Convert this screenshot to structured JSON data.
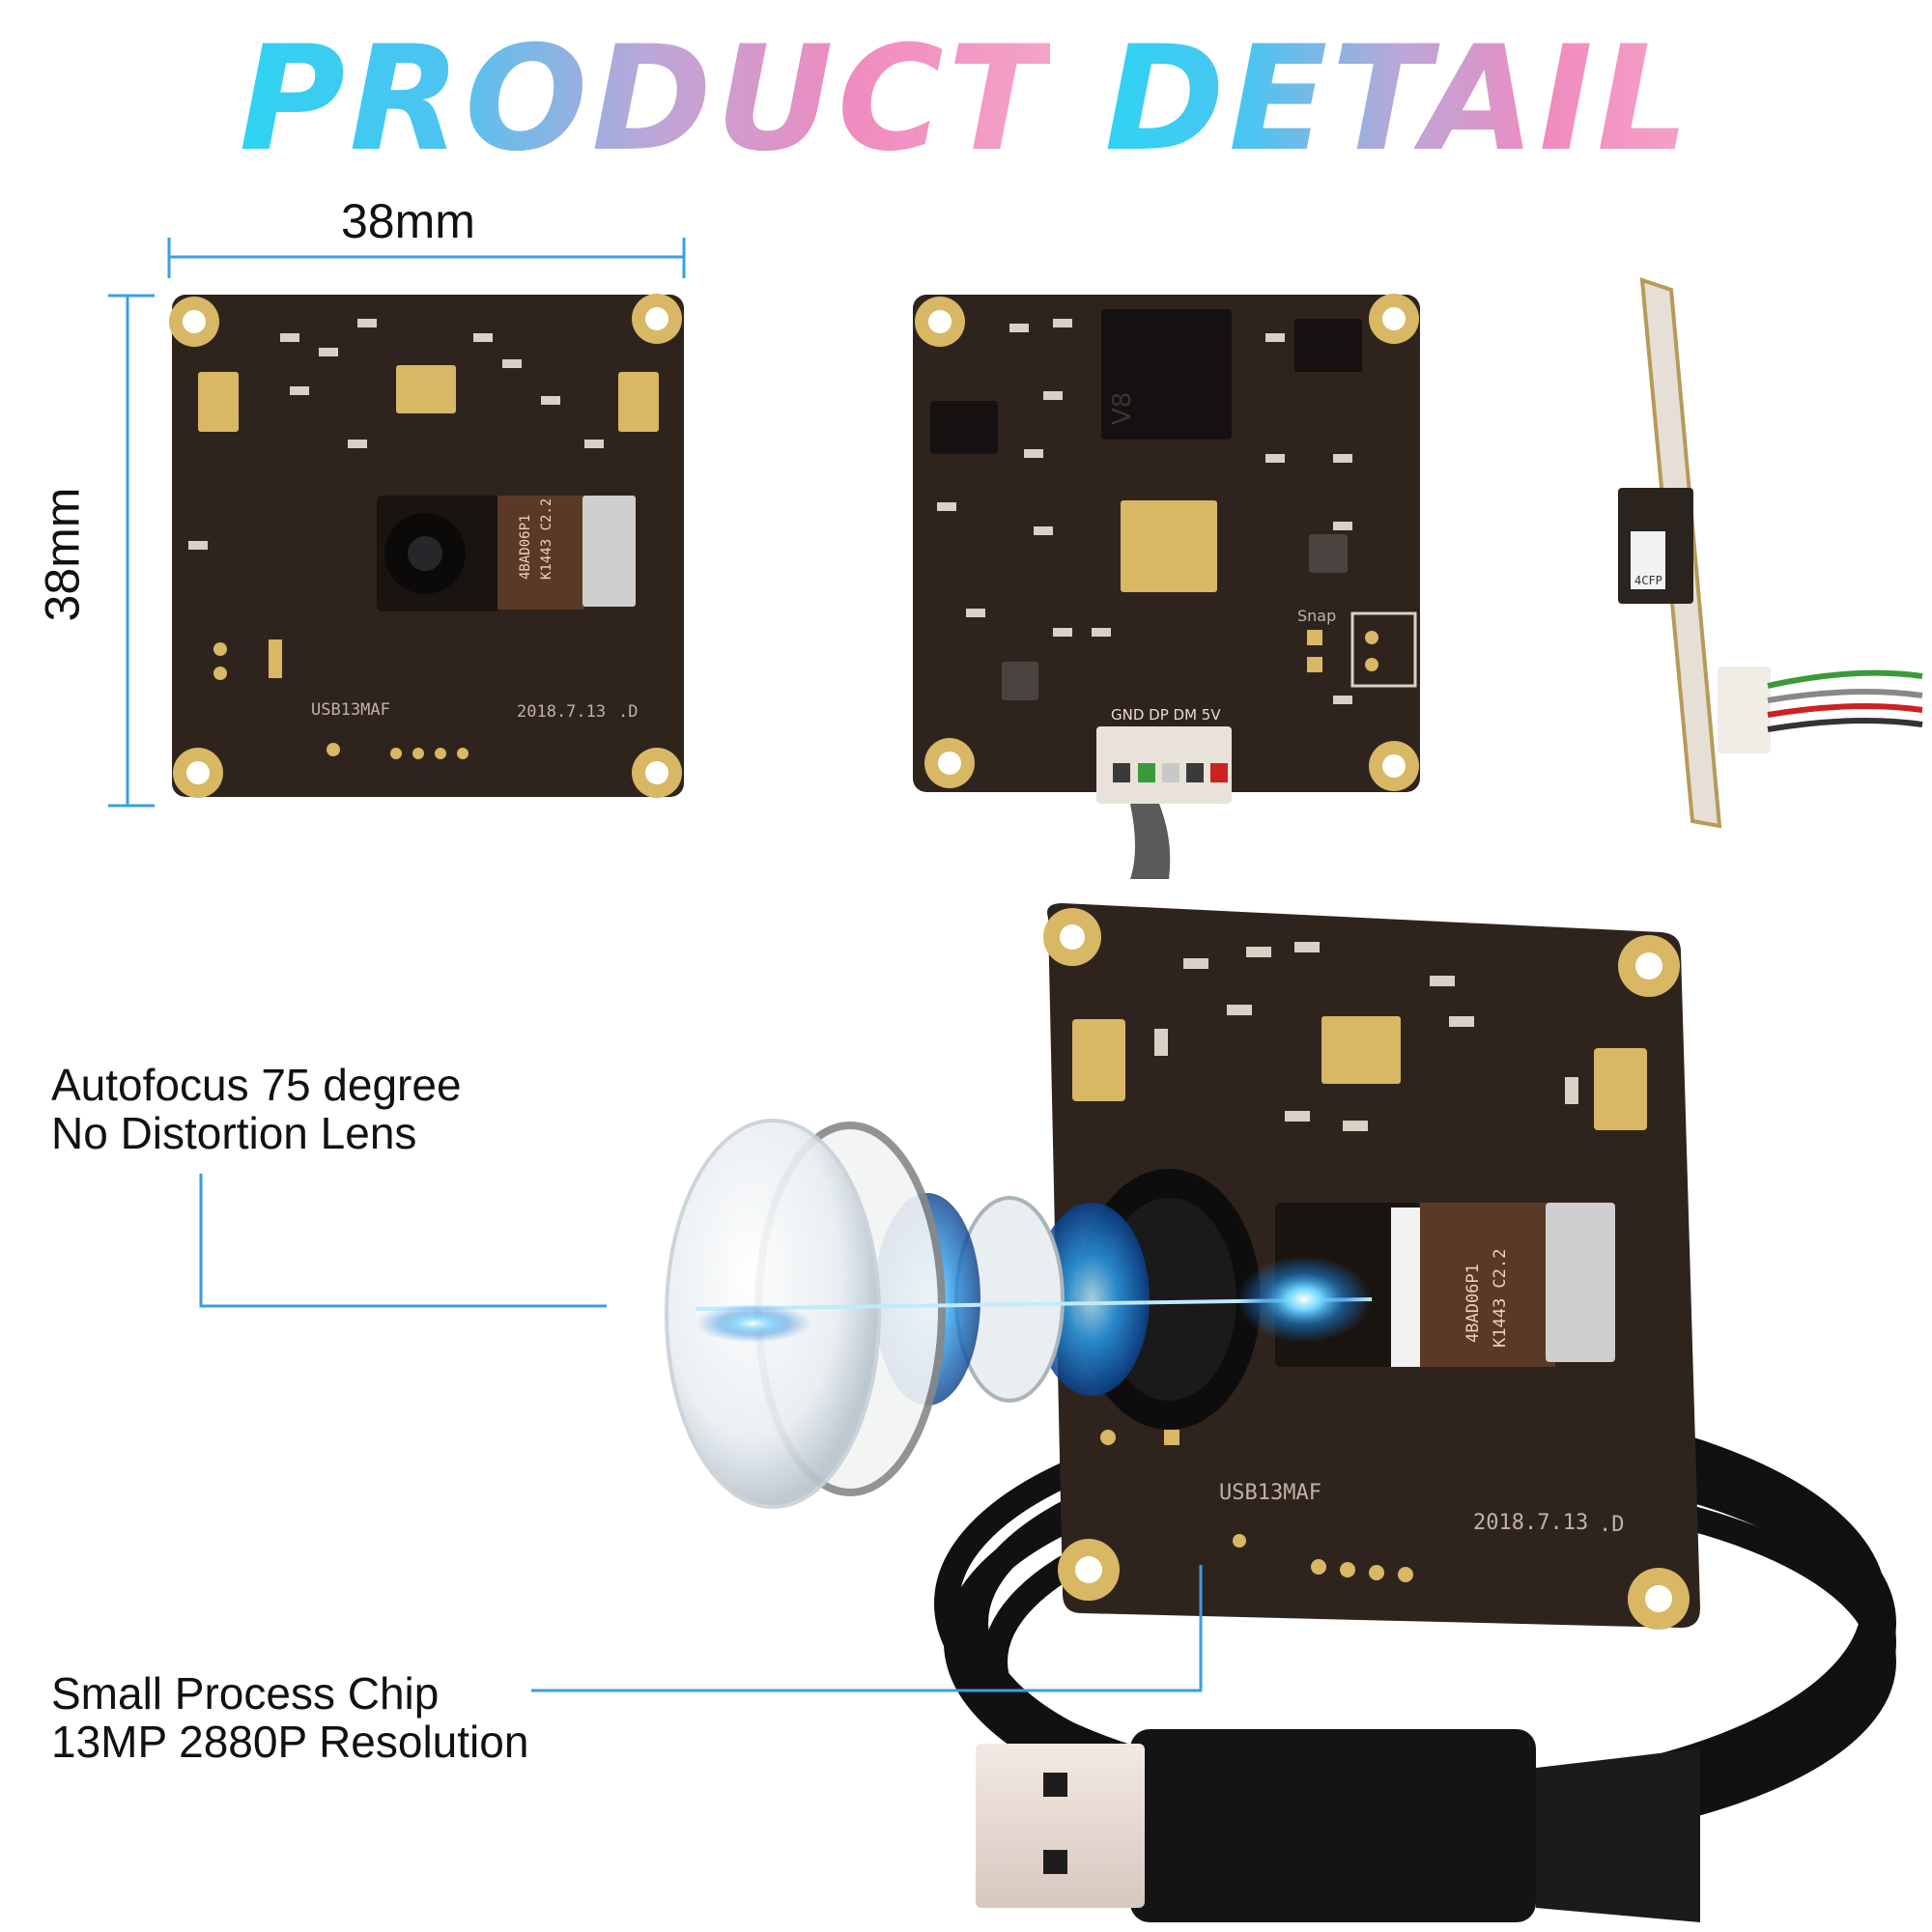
{
  "title": {
    "part1": "PRODUCT",
    "part2": "DETAIL"
  },
  "dimensions": {
    "width_label": "38mm",
    "height_label": "38mm"
  },
  "board": {
    "model": "USB13MAF",
    "date": "2018.7.13",
    "rev": ".D",
    "sensor_code_1": "4BAD06P1",
    "sensor_code_2": "K1443 C2.2",
    "pins_label": "GND DP DM 5V",
    "snap_label": "Snap",
    "chip_label": "V8",
    "flex_code": "4CFP"
  },
  "callouts": {
    "lens_line1": "Autofocus 75 degree",
    "lens_line2": "No Distortion Lens",
    "chip_line1": "Small Process Chip",
    "chip_line2": "13MP 2880P Resolution"
  },
  "colors": {
    "pcb": "#2f241d",
    "gold": "#d8b765",
    "dimension_line": "#3aa0e0",
    "callout_line": "#3a9ee0"
  }
}
